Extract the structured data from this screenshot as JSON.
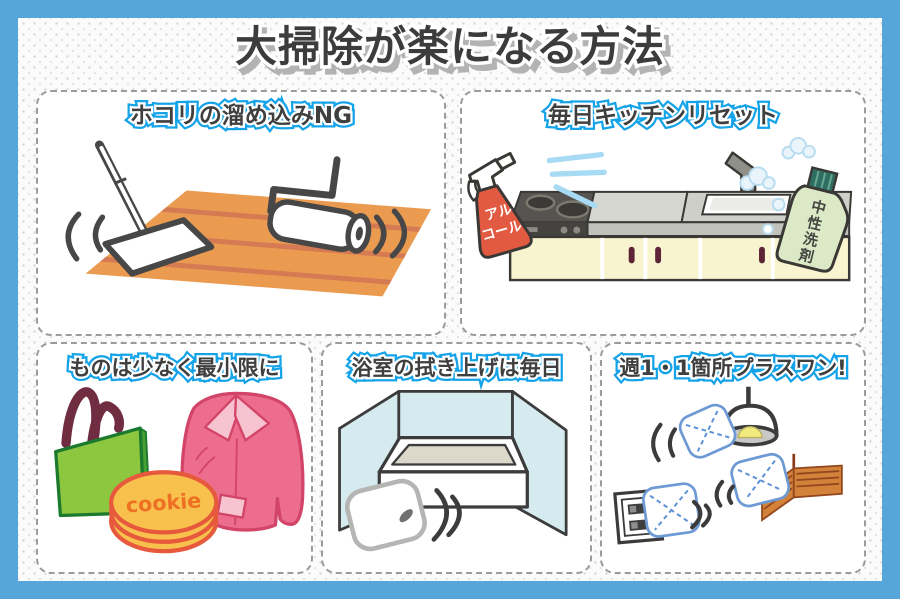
{
  "page": {
    "title": "大掃除が楽になる方法"
  },
  "panels": [
    {
      "id": "dust",
      "title": "ホコリの溜め込みNG"
    },
    {
      "id": "kitchen",
      "title": "毎日キッチンリセット",
      "labels": {
        "spray_line1": "アル",
        "spray_line2": "コール",
        "detergent": "中性洗剤",
        "detergent_chars": [
          "中",
          "性",
          "洗",
          "剤"
        ]
      }
    },
    {
      "id": "minimal",
      "title": "ものは少なく最小限に",
      "labels": {
        "cookie_tin": "cookie"
      }
    },
    {
      "id": "bathroom",
      "title": "浴室の拭き上げは毎日"
    },
    {
      "id": "weekly",
      "title": "週1・1箇所プラスワン!"
    }
  ],
  "colors": {
    "frame_blue": "#57a6d9",
    "title_text": "#3c3c3c",
    "title_shadow": "#b3b3b3",
    "panel_title_outline_blue": "#14a3e8",
    "panel_border_gray": "#9b9b9b",
    "floor_wood_orange": "#ea9b50",
    "spray_bottle_red": "#e25a41",
    "spray_mist_blue": "#a7daf3",
    "cabinet_cream": "#f9f4d0",
    "counter_gray": "#cfcfca",
    "detergent_green": "#dbe9c7",
    "detergent_cap_teal": "#2e6e62",
    "bag_green": "#8dc63f",
    "bag_handle_maroon": "#702c40",
    "cookie_tin_yellow": "#f8c14d",
    "cookie_text_orange": "#ee7023",
    "jacket_pink": "#ec6d8d",
    "bath_wall_blue": "#d6ebef",
    "wipe_outline_blue": "#5e92d6",
    "bulb_yellow": "#f2ea7d",
    "wood_corner_orange": "#d28339"
  }
}
